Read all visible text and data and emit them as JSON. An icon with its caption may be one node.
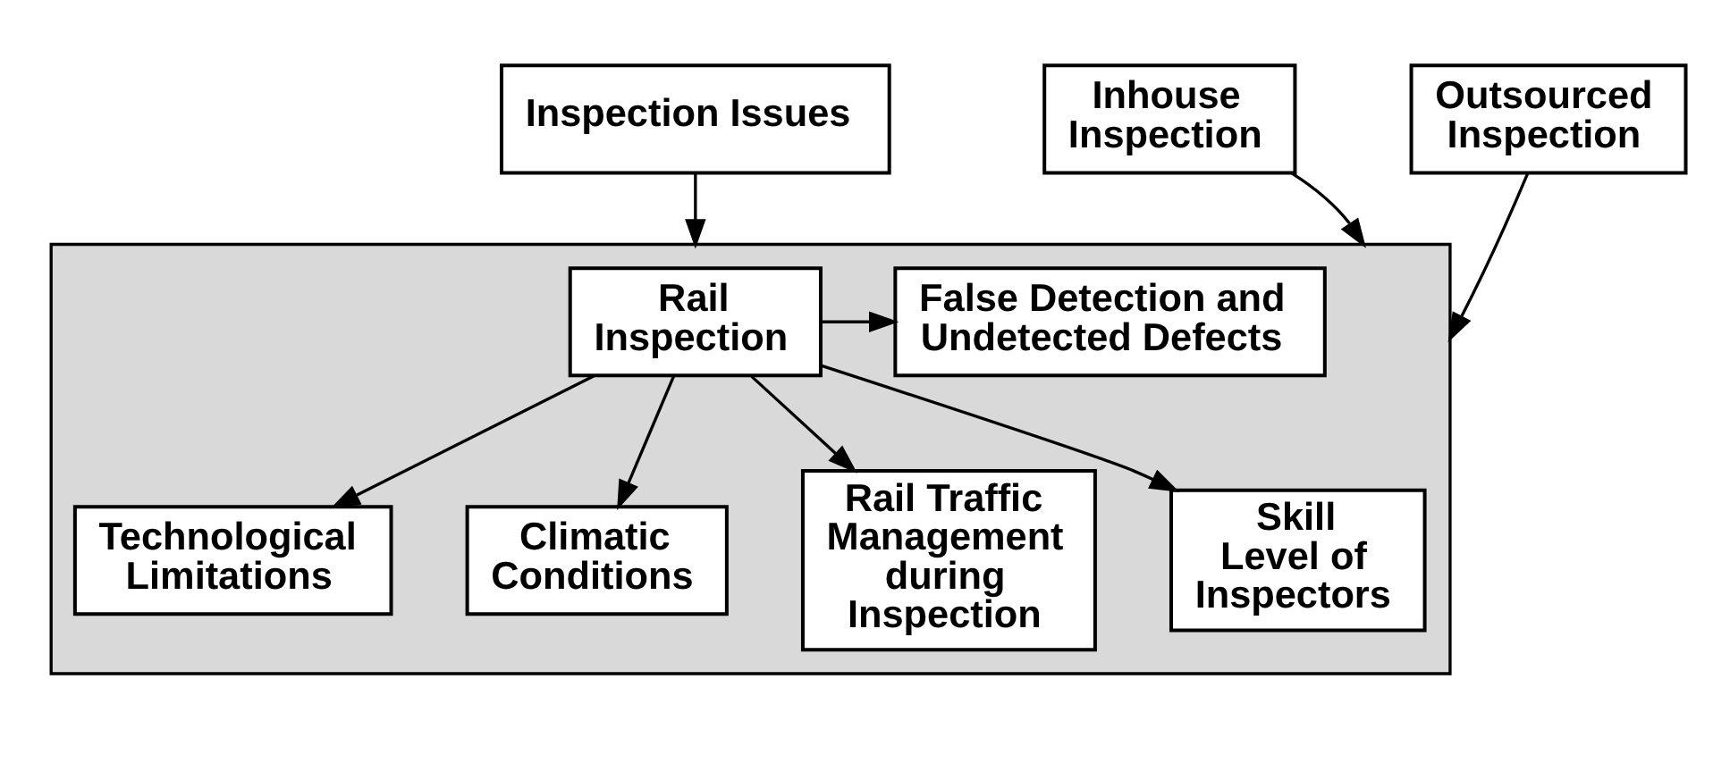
{
  "diagram": {
    "nodes": [
      {
        "text": [
          "Inspection Issues"
        ]
      },
      {
        "text": [],
        "shape": "box"
      },
      {
        "text": [
          "Rail Inspection"
        ],
        "in": 1
      },
      {
        "text": [
          "False Detection and Undetected Defects"
        ],
        "in": 1
      },
      {
        "text": [
          "Technological Limitations"
        ],
        "in": 1
      },
      {
        "text": [
          "Climatic Conditions"
        ],
        "in": 1
      },
      {
        "text": [
          "Rail Traffic Management during Inspection"
        ],
        "in": 1
      },
      {
        "text": [
          "Skill Level of Inspectors"
        ],
        "in": 1
      },
      {
        "text": [
          "Inhouse Inspection"
        ]
      },
      {
        "text": [
          "Outsourced Inspection"
        ]
      }
    ],
    "edges": [
      {
        "from": 0,
        "to": 1,
        "arrow": "to"
      },
      {
        "from": 2,
        "to": 3,
        "arrow": "to"
      },
      {
        "from": 2,
        "to": 4,
        "arrow": "to"
      },
      {
        "from": 2,
        "to": 5,
        "arrow": "to"
      },
      {
        "from": 2,
        "to": 6,
        "arrow": "to"
      },
      {
        "from": 2,
        "to": 7,
        "arrow": "to"
      },
      {
        "from": 8,
        "to": 1,
        "arrow": "to"
      },
      {
        "from": 9,
        "to": 1,
        "arrow": "to"
      }
    ]
  }
}
